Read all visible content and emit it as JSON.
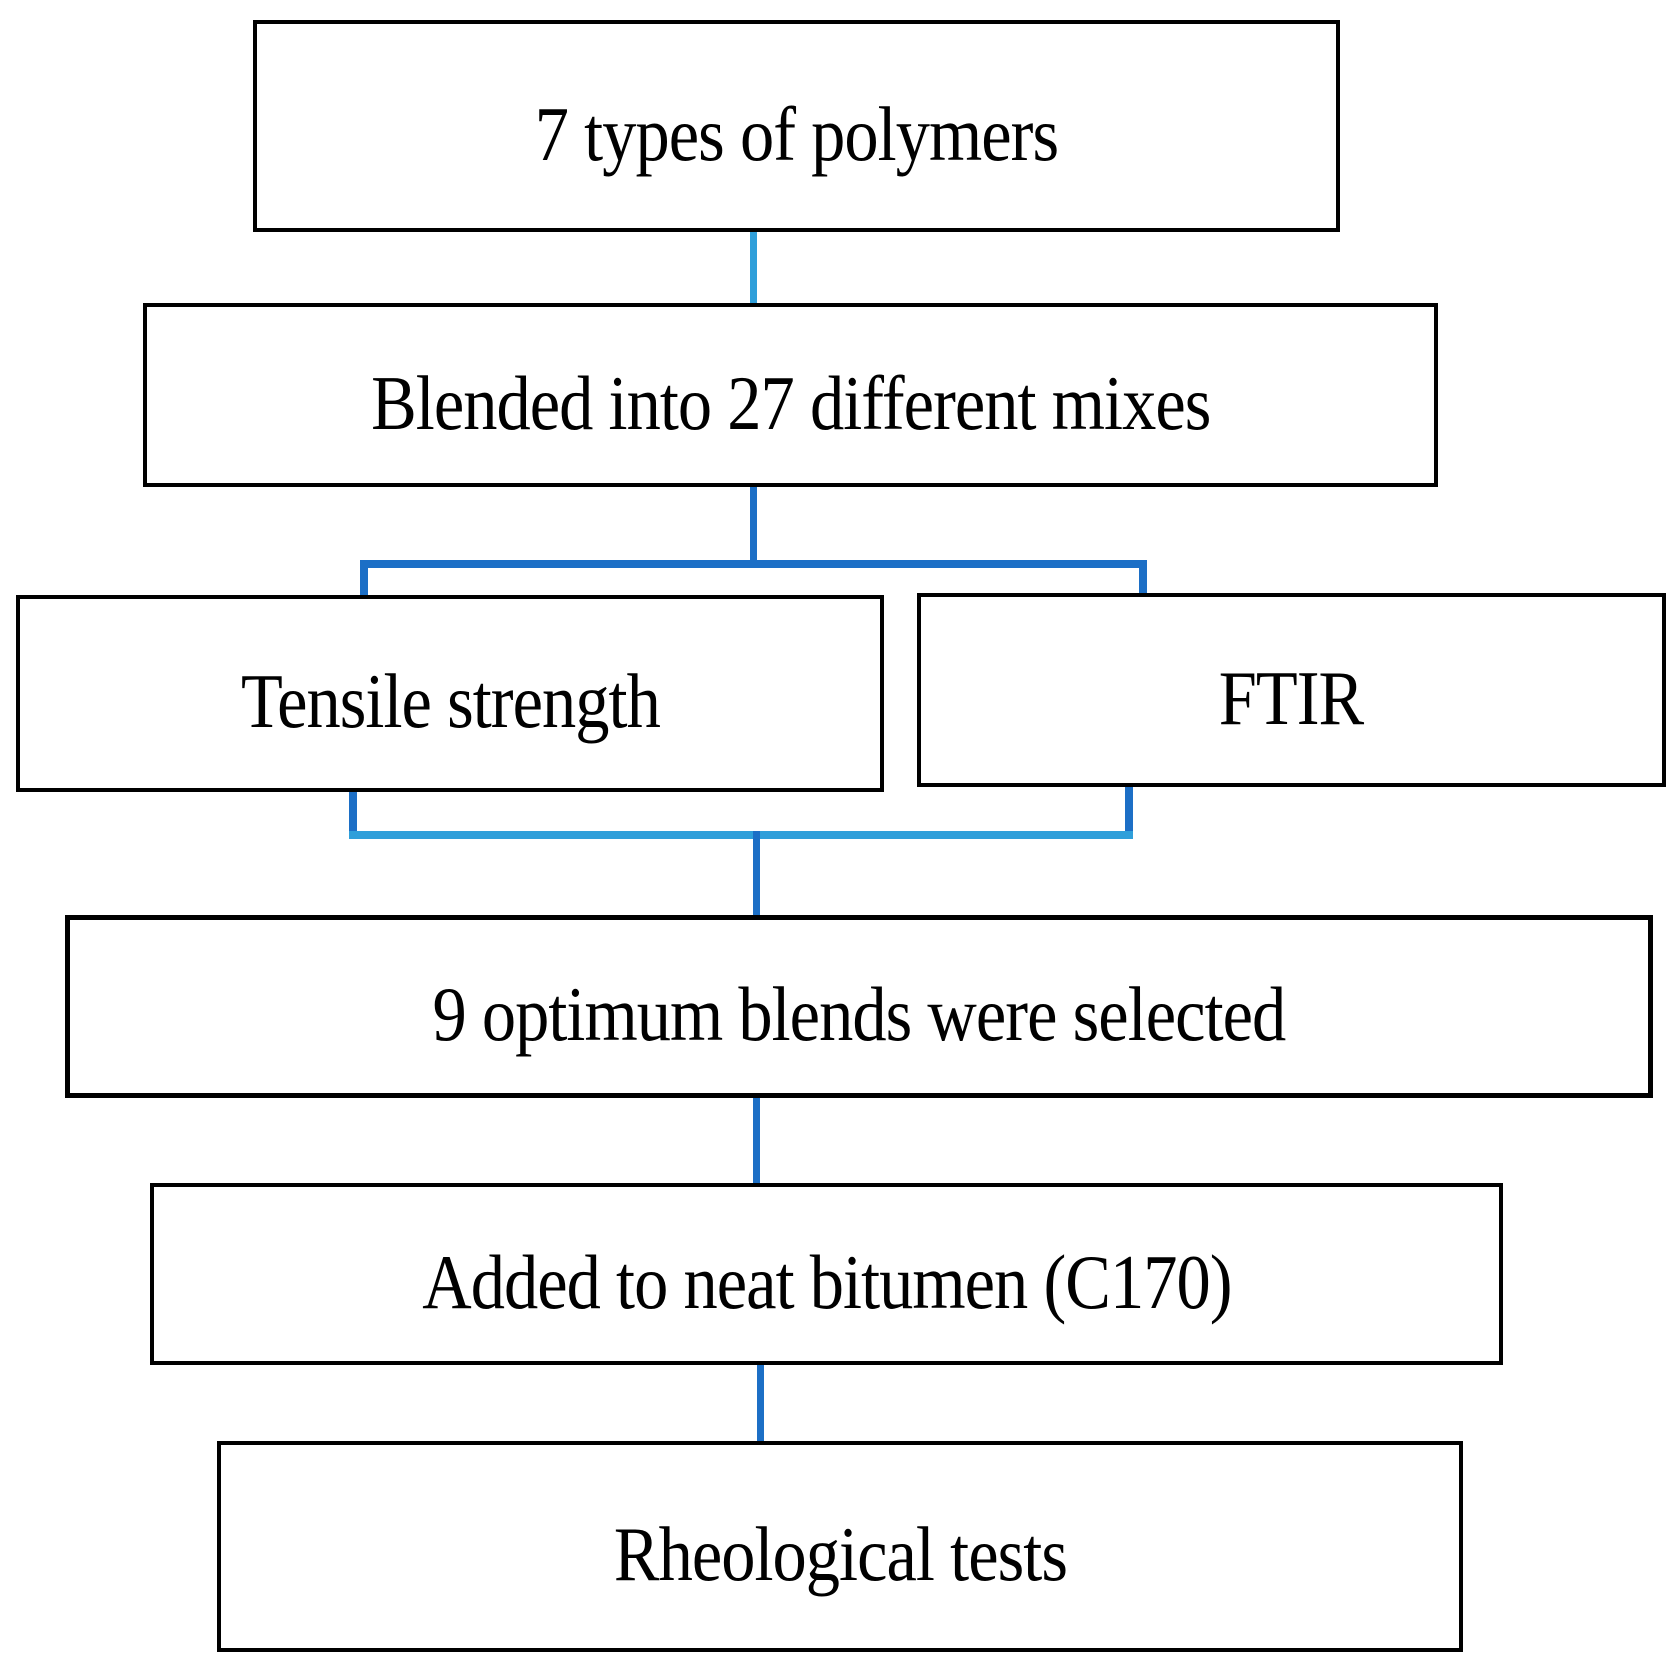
{
  "flowchart": {
    "boxes": [
      {
        "id": "polymers",
        "label": "7 types of polymers"
      },
      {
        "id": "blended",
        "label": "Blended into 27 different mixes"
      },
      {
        "id": "tensile",
        "label": "Tensile strength"
      },
      {
        "id": "ftir",
        "label": "FTIR"
      },
      {
        "id": "optimum",
        "label": "9 optimum blends were selected"
      },
      {
        "id": "bitumen",
        "label": "Added to neat bitumen (C170)"
      },
      {
        "id": "rheology",
        "label": "Rheological tests"
      }
    ],
    "colors": {
      "background": "#ffffff",
      "box_fill": "#ffffff",
      "box_border": "#000000",
      "text": "#000000",
      "connector_dark_blue": "#1c6fc6",
      "connector_light_blue": "#2f9fda"
    }
  }
}
